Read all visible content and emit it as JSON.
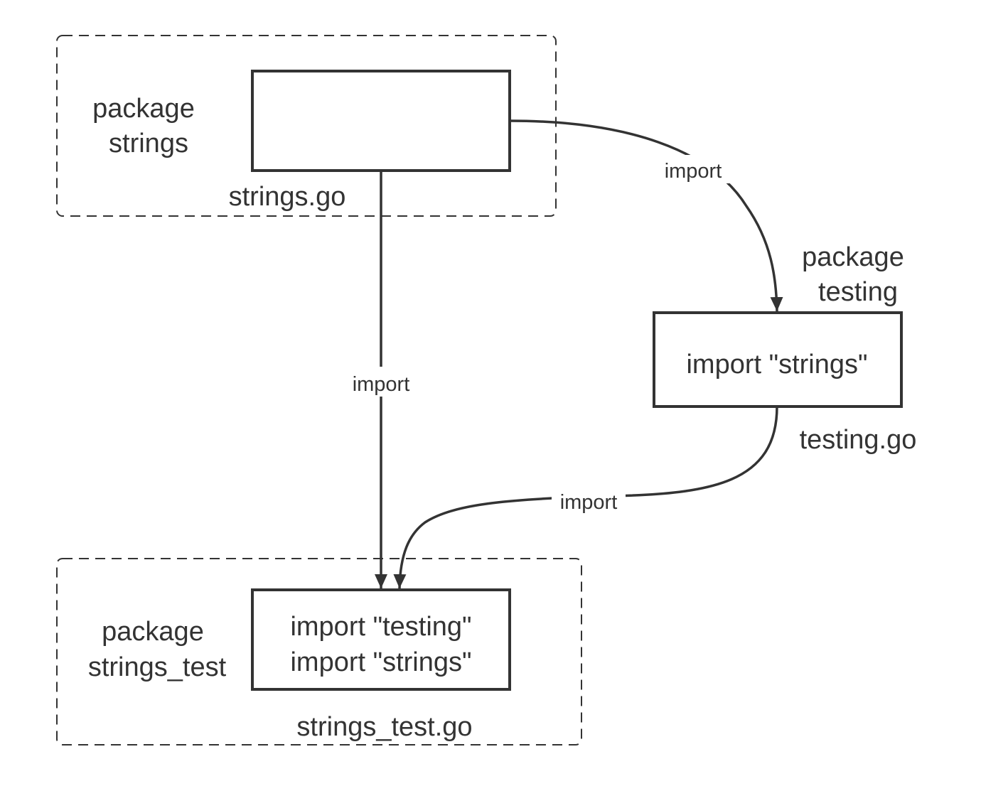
{
  "colors": {
    "stroke": "#333333",
    "dashed_border": "#333333",
    "background": "#ffffff",
    "text": "#333333"
  },
  "groups": {
    "strings_pkg": {
      "line1": "package",
      "line2": "strings"
    },
    "strings_test_pkg": {
      "line1": "package",
      "line2": "strings_test"
    }
  },
  "files": {
    "strings_go": {
      "caption": "strings.go",
      "content_lines": []
    },
    "testing_go": {
      "caption": "testing.go",
      "package_line1": "package",
      "package_line2": "testing",
      "content_lines": [
        "import \"strings\""
      ]
    },
    "strings_test_go": {
      "caption": "strings_test.go",
      "content_lines": [
        "import \"testing\"",
        "import \"strings\""
      ]
    }
  },
  "edges": [
    {
      "from": "strings.go",
      "to": "testing.go",
      "label": "import"
    },
    {
      "from": "strings.go",
      "to": "strings_test.go",
      "label": "import"
    },
    {
      "from": "testing.go",
      "to": "strings_test.go",
      "label": "import"
    }
  ]
}
